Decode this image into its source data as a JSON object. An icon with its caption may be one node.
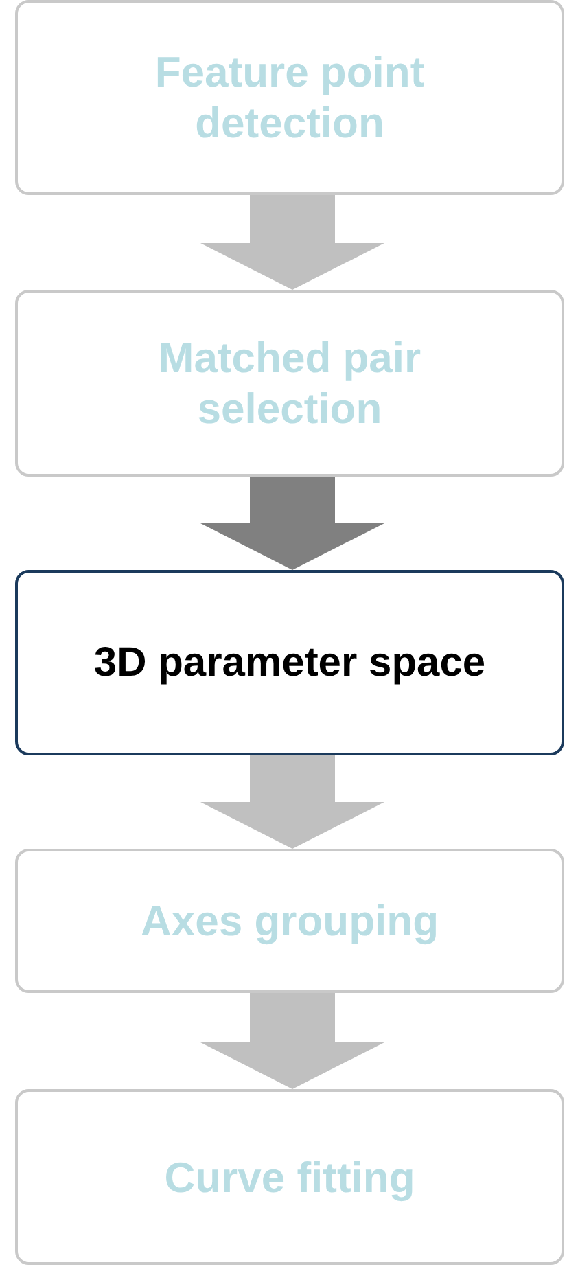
{
  "diagram": {
    "nodes": [
      {
        "text": [
          "Feature point detection"
        ]
      },
      {
        "text": [
          "Matched pair selection"
        ]
      },
      {
        "text": [
          "3D parameter space"
        ]
      },
      {
        "text": [
          "Axes grouping"
        ]
      },
      {
        "text": [
          "Curve fitting"
        ]
      }
    ],
    "edges": [
      {
        "from": 0,
        "to": 1,
        "arrow": "to"
      },
      {
        "from": 1,
        "to": 2,
        "arrow": "to",
        "color": "#808080"
      },
      {
        "from": 2,
        "to": 3,
        "arrow": "to"
      },
      {
        "from": 3,
        "to": 4,
        "arrow": "to"
      }
    ]
  }
}
